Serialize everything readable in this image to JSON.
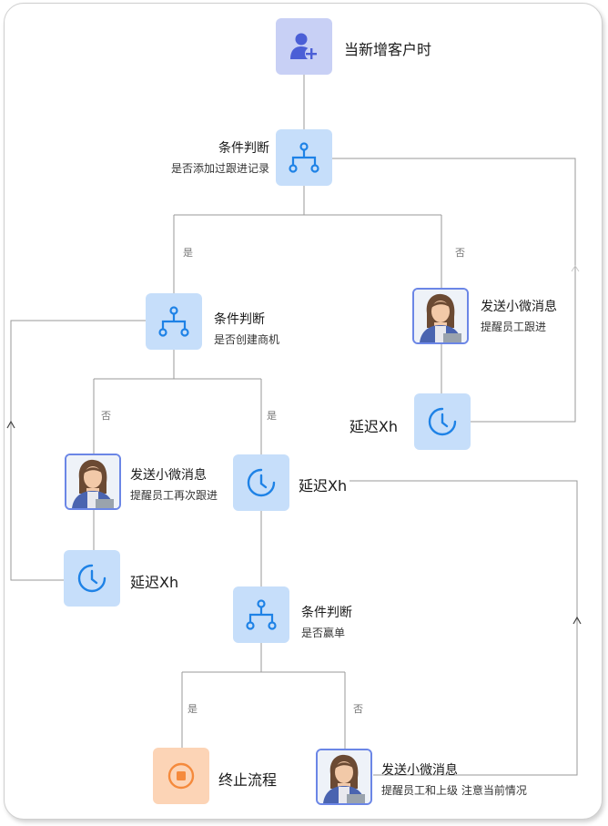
{
  "colors": {
    "node_blue": "#c6defa",
    "start_node": "#c8d0f5",
    "stop_node": "#fcd4b6",
    "icon_blue": "#1e82e6",
    "icon_orange": "#f58a3c",
    "line": "#9a9a9a"
  },
  "start": {
    "label": "当新增客户时",
    "icon": "user-add-icon"
  },
  "cond1": {
    "title": "条件判断",
    "sub": "是否添加过跟进记录",
    "icon": "branch-icon"
  },
  "cond1_yes": "是",
  "cond1_no": "否",
  "msg1": {
    "title": "发送小微消息",
    "sub": "提醒员工跟进",
    "icon": "avatar"
  },
  "delay1": {
    "label": "延迟Xh",
    "icon": "clock-icon"
  },
  "cond2": {
    "title": "条件判断",
    "sub": "是否创建商机",
    "icon": "branch-icon"
  },
  "cond2_no": "否",
  "cond2_yes": "是",
  "msg2": {
    "title": "发送小微消息",
    "sub": "提醒员工再次跟进",
    "icon": "avatar"
  },
  "delay2": {
    "label": "延迟Xh",
    "icon": "clock-icon"
  },
  "delay3": {
    "label": "延迟Xh",
    "icon": "clock-icon"
  },
  "cond3": {
    "title": "条件判断",
    "sub": "是否赢单",
    "icon": "branch-icon"
  },
  "cond3_yes": "是",
  "cond3_no": "否",
  "stop": {
    "label": "终止流程",
    "icon": "stop-icon"
  },
  "msg3": {
    "title": "发送小微消息",
    "sub": "提醒员工和上级 注意当前情况",
    "icon": "avatar"
  }
}
